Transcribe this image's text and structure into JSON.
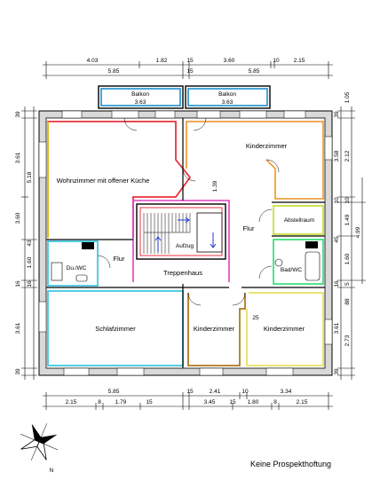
{
  "rooms": {
    "wohnzimmer": "Wohnzimmer mit offener Küche",
    "kinderzimmer_top": "Kinderzimmer",
    "abstellraum": "Abstellraum",
    "du_wc": "Du./WC",
    "flur_left": "Flur",
    "flur_right": "Flur",
    "aufzug": "Aufzug",
    "treppenhaus": "Treppenhaus",
    "bad_wc": "Bad/WC",
    "schlafzimmer": "Schlafzimmer",
    "kinderzimmer_bl": "Kinderzimmer",
    "kinderzimmer_br": "Kinderzimmer",
    "balkon_left": "Balkon",
    "balkon_right": "Balkon",
    "balkon_left_size": "3.63",
    "balkon_right_size": "3.63"
  },
  "dims_top": {
    "row1": [
      "4.03",
      "1.82",
      "15",
      "3.60",
      "10",
      "2.15"
    ],
    "row2": [
      "5.85",
      "15",
      "5.85"
    ]
  },
  "dims_bottom": {
    "row1": [
      "5.85",
      "15",
      "2.41",
      "10",
      "3.34"
    ],
    "row2": [
      "2.15",
      "8",
      "1.79",
      "15",
      "3.45",
      "15",
      "1.80",
      "8",
      "2.15"
    ]
  },
  "dims_left": {
    "outer": [
      "39",
      "3.61",
      "3.60",
      "16",
      "3.61",
      "39"
    ],
    "inner": [
      "5.18",
      "43",
      "1.60",
      "16"
    ]
  },
  "dims_right": {
    "outer": [
      "39",
      "3.58",
      "10",
      "45",
      "16",
      "3.61",
      "39"
    ],
    "inner": [
      "1.05",
      "2.12",
      "10",
      "1.49",
      "1.60",
      "5",
      "88",
      "2.73"
    ],
    "extra": [
      "4.99"
    ]
  },
  "inner_labels": {
    "wall_139": "1.39",
    "wall_25": "25"
  },
  "compass_n": "N",
  "note": "Keine Prospekthoftung"
}
